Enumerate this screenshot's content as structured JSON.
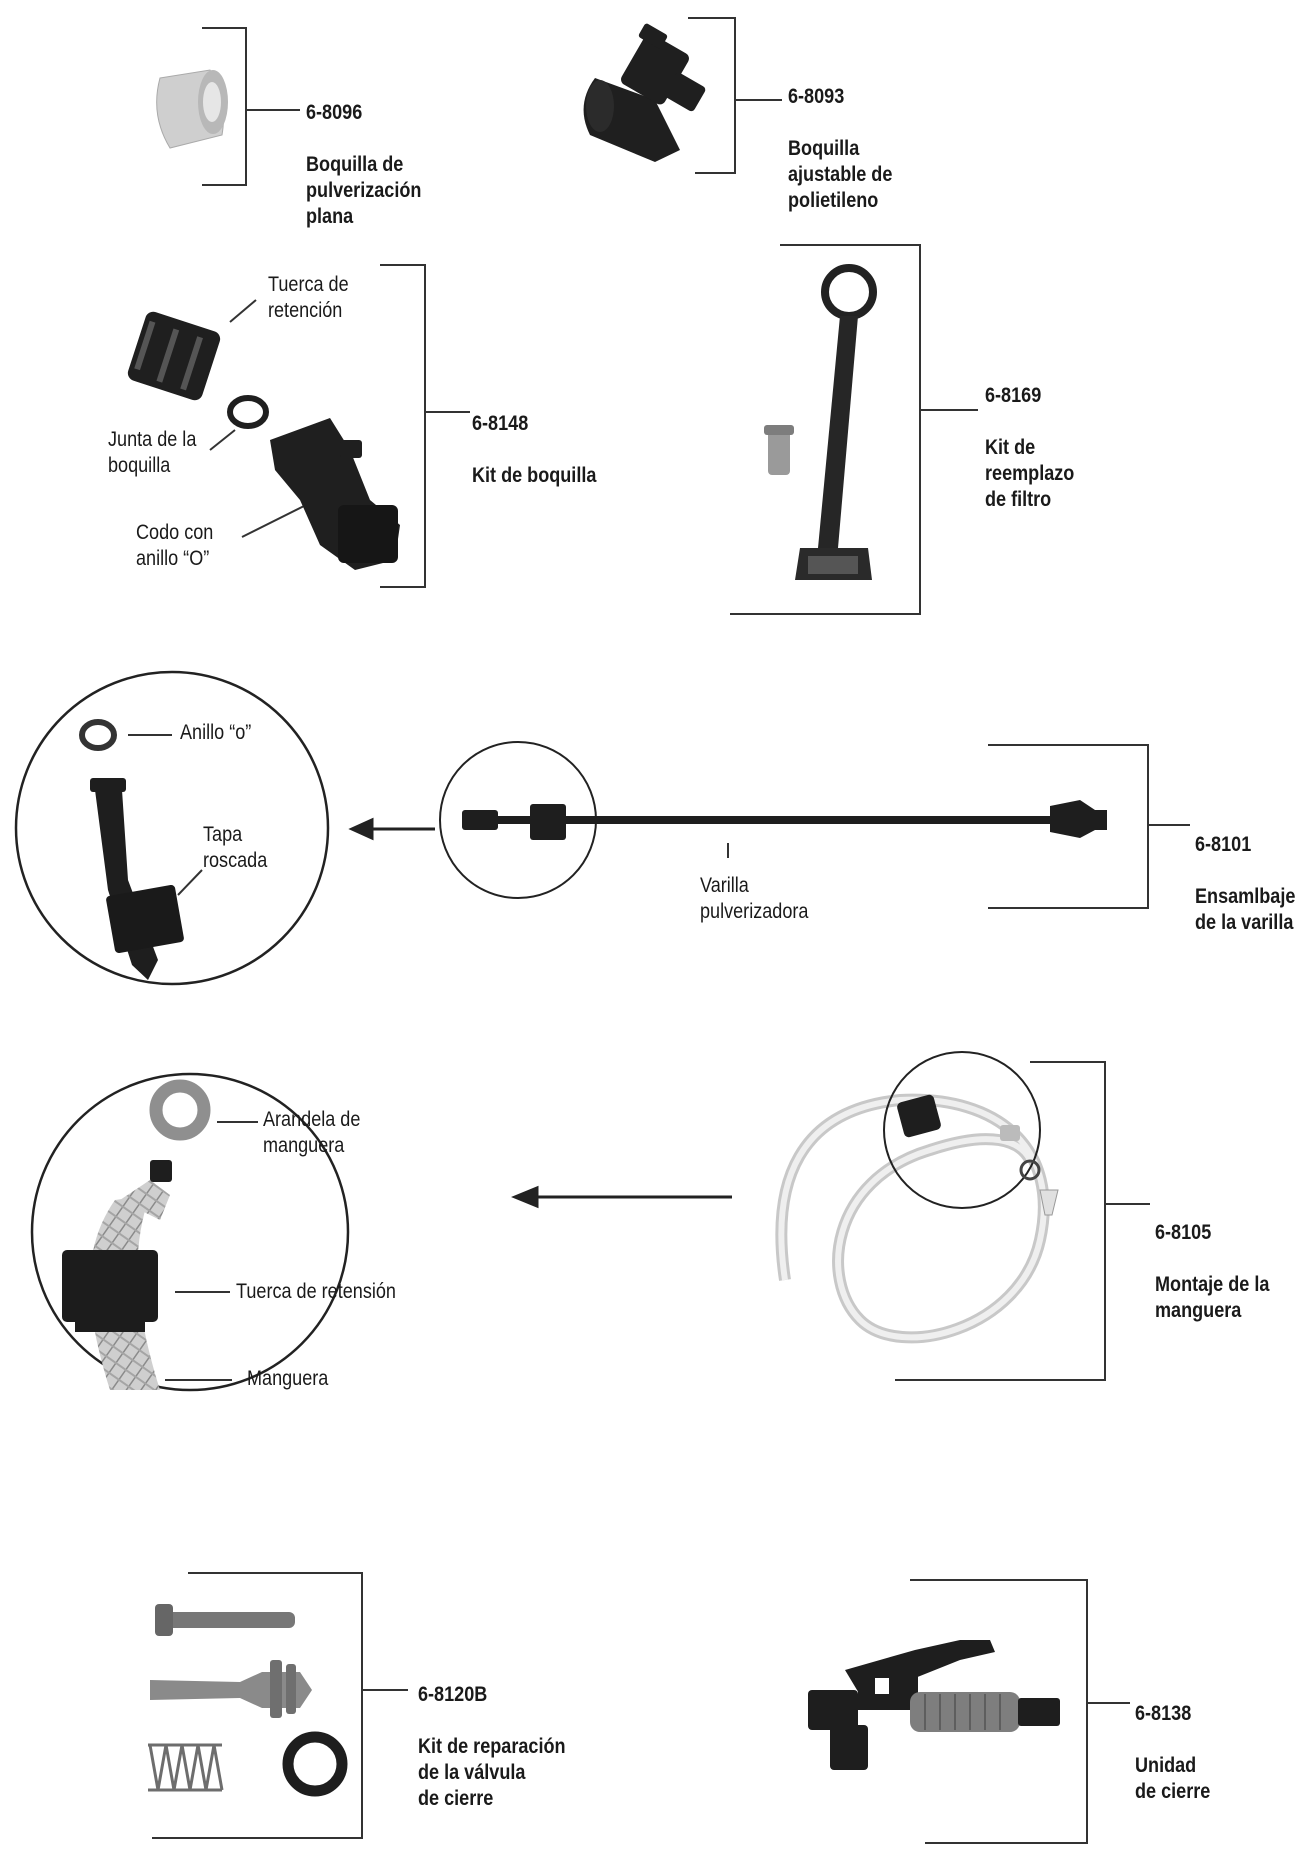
{
  "parts": [
    {
      "number": "6-8096",
      "name": "Boquilla de\npulverización\nplana"
    },
    {
      "number": "6-8093",
      "name": "Boquilla\najustable de\npolietileno"
    },
    {
      "number": "6-8148",
      "name": "Kit de boquilla"
    },
    {
      "number": "6-8169",
      "name": "Kit de\nreemplazo\nde filtro"
    },
    {
      "number": "6-8101",
      "name": "Ensamlbaje\nde la varilla"
    },
    {
      "number": "6-8105",
      "name": "Montaje de la\nmanguera"
    },
    {
      "number": "6-8120B",
      "name": "Kit de reparación\nde la válvula\nde cierre"
    },
    {
      "number": "6-8138",
      "name": "Unidad\nde cierre"
    }
  ],
  "callouts": {
    "tuerca_retencion": "Tuerca de\nretención",
    "junta_boquilla": "Junta de la\nboquilla",
    "codo_anillo": "Codo con\nanillo “O”",
    "anillo_o": "Anillo “o”",
    "tapa_roscada": "Tapa\nroscada",
    "varilla": "Varilla\npulverizadora",
    "arandela": "Arandela de\nmanguera",
    "tuerca_retension": "Tuerca de retensión",
    "manguera": "Manguera"
  }
}
